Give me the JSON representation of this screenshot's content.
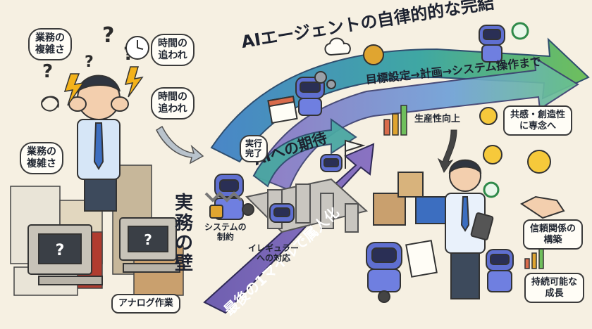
{
  "top_banner": "AIエージェントの自律的的な完結",
  "arrow_middle": "目標設定→計画→システム操作まで",
  "arrow_ai": "AIへの期待",
  "arrow_bottom": "最後の1マイルで属人化",
  "wall_title": "実務の壁",
  "left_bubbles": {
    "complexity_1": "業務の\n複雑さ",
    "time_1": "時間の\n追われ",
    "time_2": "時間の\n追われ",
    "complexity_2": "業務の\n複雑さ"
  },
  "analog": "アナログ作業",
  "speech_done": "実行\n完了",
  "system_constraint": "システムの\n制約",
  "irregular": "イレギュラー\nへの対応",
  "right_labels": {
    "productivity": "生産性向上",
    "empathy": "共感・創造性\nに専念へ",
    "trust": "信頼関係の\n構築",
    "growth": "持続可能な\n成長"
  },
  "colors": {
    "bg": "#f6f0e2",
    "arrow_blue": "#4a86c8",
    "arrow_teal": "#3fa7a3",
    "arrow_green": "#6fbf5c",
    "arrow_purple": "#8a73c2",
    "robot": "#5f6fd0"
  }
}
